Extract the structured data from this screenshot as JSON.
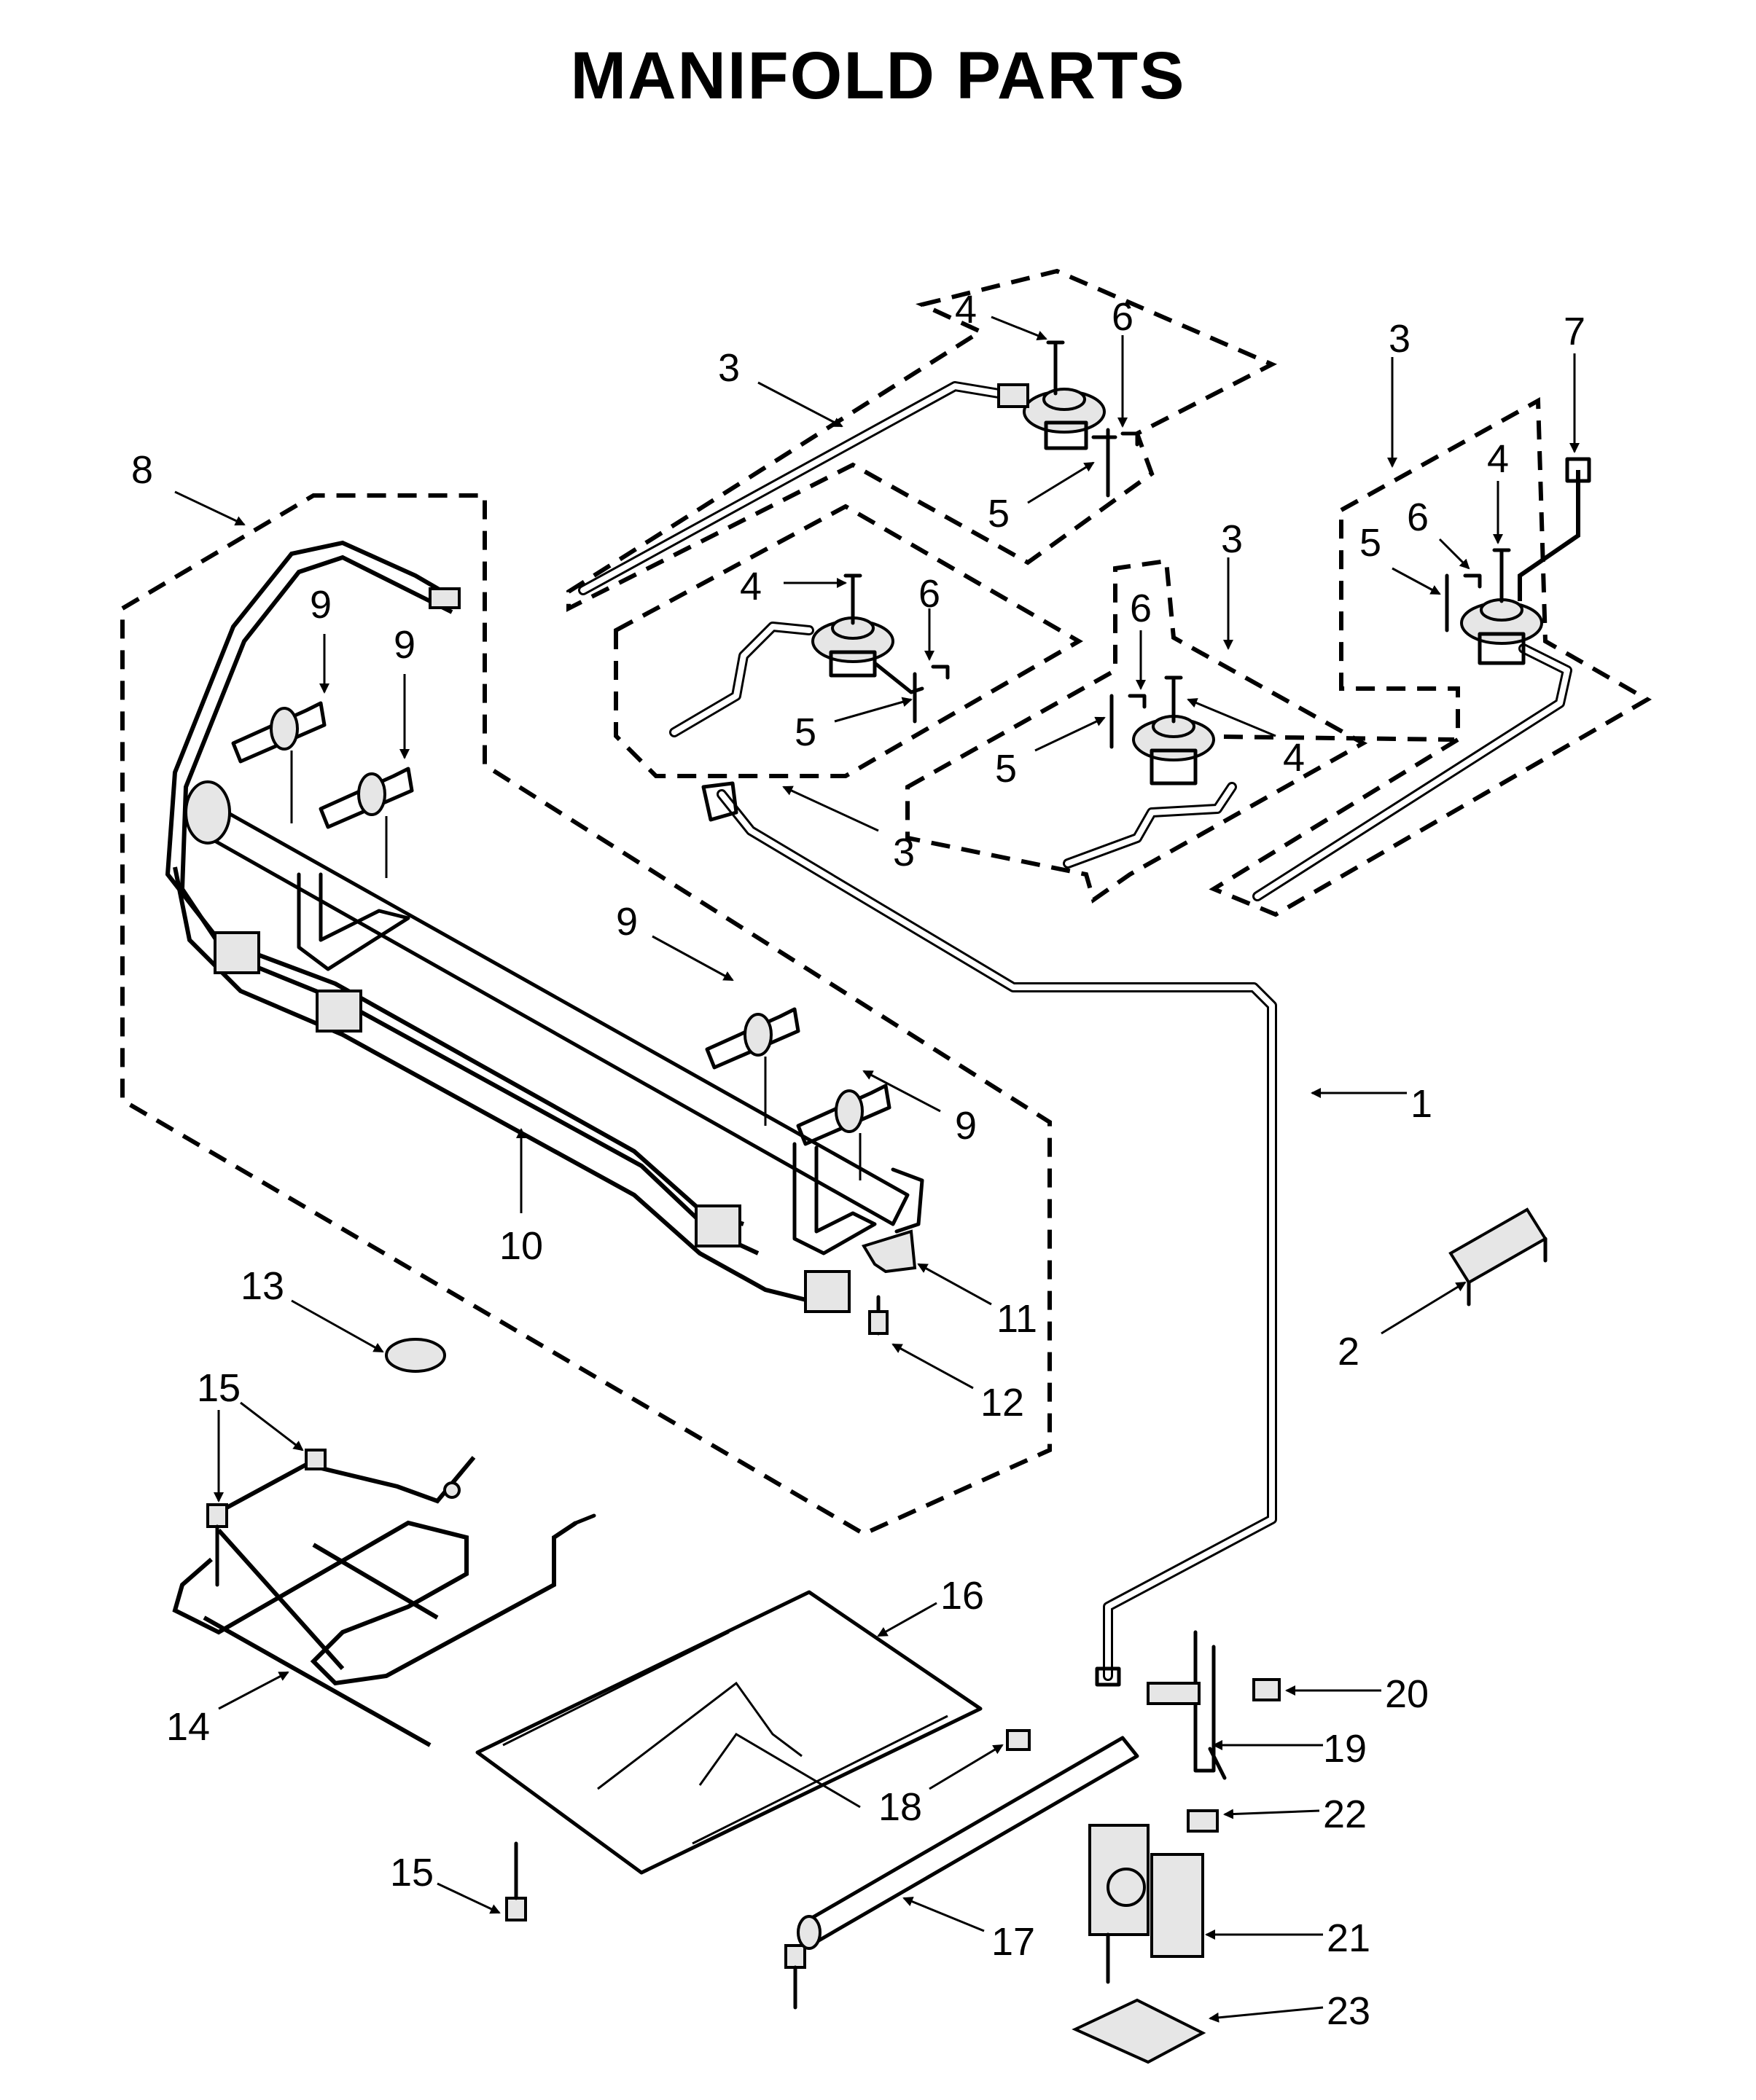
{
  "title": "MANIFOLD PARTS",
  "callouts": [
    {
      "id": "c1",
      "label": "1"
    },
    {
      "id": "c2",
      "label": "2"
    },
    {
      "id": "c3a",
      "label": "3"
    },
    {
      "id": "c3b",
      "label": "3"
    },
    {
      "id": "c3c",
      "label": "3"
    },
    {
      "id": "c3d",
      "label": "3"
    },
    {
      "id": "c4a",
      "label": "4"
    },
    {
      "id": "c4b",
      "label": "4"
    },
    {
      "id": "c4c",
      "label": "4"
    },
    {
      "id": "c4d",
      "label": "4"
    },
    {
      "id": "c5a",
      "label": "5"
    },
    {
      "id": "c5b",
      "label": "5"
    },
    {
      "id": "c5c",
      "label": "5"
    },
    {
      "id": "c5d",
      "label": "5"
    },
    {
      "id": "c6a",
      "label": "6"
    },
    {
      "id": "c6b",
      "label": "6"
    },
    {
      "id": "c6c",
      "label": "6"
    },
    {
      "id": "c6d",
      "label": "6"
    },
    {
      "id": "c7",
      "label": "7"
    },
    {
      "id": "c8",
      "label": "8"
    },
    {
      "id": "c9a",
      "label": "9"
    },
    {
      "id": "c9b",
      "label": "9"
    },
    {
      "id": "c9c",
      "label": "9"
    },
    {
      "id": "c9d",
      "label": "9"
    },
    {
      "id": "c10",
      "label": "10"
    },
    {
      "id": "c11",
      "label": "11"
    },
    {
      "id": "c12",
      "label": "12"
    },
    {
      "id": "c13",
      "label": "13"
    },
    {
      "id": "c14",
      "label": "14"
    },
    {
      "id": "c15a",
      "label": "15"
    },
    {
      "id": "c15b",
      "label": "15"
    },
    {
      "id": "c15c",
      "label": "15"
    },
    {
      "id": "c16",
      "label": "16"
    },
    {
      "id": "c17",
      "label": "17"
    },
    {
      "id": "c18",
      "label": "18"
    },
    {
      "id": "c19",
      "label": "19"
    },
    {
      "id": "c20",
      "label": "20"
    },
    {
      "id": "c21",
      "label": "21"
    },
    {
      "id": "c22",
      "label": "22"
    },
    {
      "id": "c23",
      "label": "23"
    }
  ]
}
